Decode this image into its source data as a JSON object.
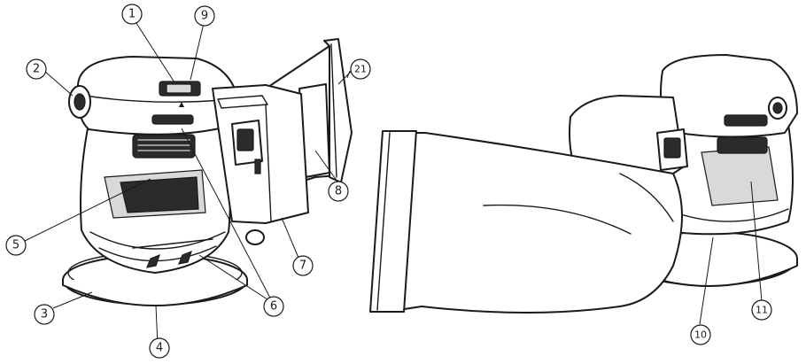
{
  "callouts": {
    "c1": "1",
    "c2": "2",
    "c3": "3",
    "c4": "4",
    "c5": "5",
    "c6": "6",
    "c7": "7",
    "c8": "8",
    "c9": "9",
    "c10": "10",
    "c11": "11",
    "c21": "21"
  },
  "switch_mark": "▲"
}
